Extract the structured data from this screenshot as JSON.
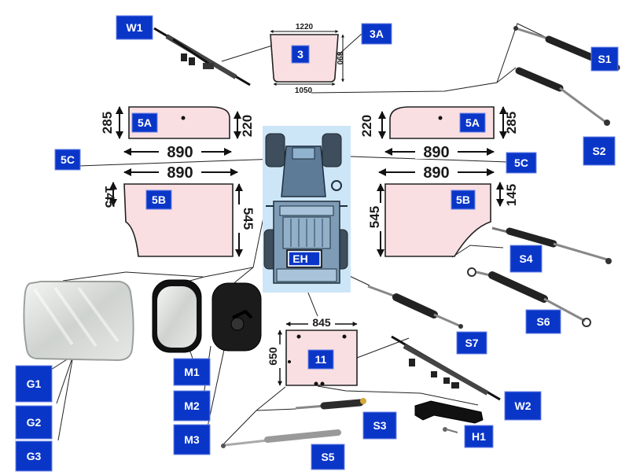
{
  "labels": {
    "W1": "W1",
    "3A": "3A",
    "3": "3",
    "S1": "S1",
    "S2": "S2",
    "5A_left": "5A",
    "5A_right": "5A",
    "5C_left": "5C",
    "5C_right": "5C",
    "5B_left": "5B",
    "5B_right": "5B",
    "EH": "EH",
    "S4": "S4",
    "S6": "S6",
    "S7": "S7",
    "11": "11",
    "W2": "W2",
    "S3": "S3",
    "H1": "H1",
    "S5": "S5",
    "G1": "G1",
    "G2": "G2",
    "G3": "G3",
    "M1": "M1",
    "M2": "M2",
    "M3": "M3"
  },
  "dimensions": {
    "rear_top": "1220",
    "rear_height": "890",
    "rear_bottom": "1050",
    "upper_left_h1": "285",
    "upper_left_h2": "220",
    "upper_right_h1": "220",
    "upper_right_h2": "285",
    "width_left_1": "890",
    "width_left_2": "890",
    "width_right_1": "890",
    "width_right_2": "890",
    "lower_left_h1": "145",
    "lower_left_h2": "545",
    "lower_right_h1": "545",
    "lower_right_h2": "145",
    "front_width": "845",
    "front_height": "650"
  }
}
